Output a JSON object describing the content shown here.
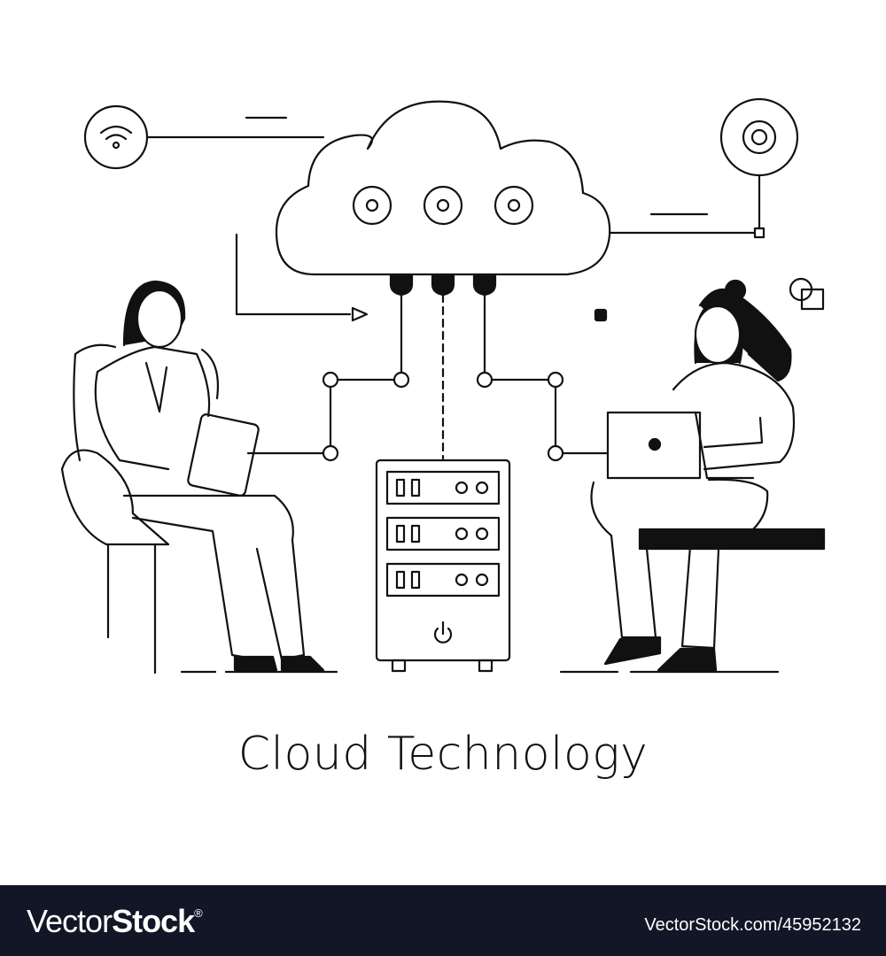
{
  "illustration": {
    "title": "Cloud Technology",
    "colors": {
      "stroke": "#111111",
      "background": "#ffffff",
      "footer_bg": "#131626",
      "footer_text": "#ffffff"
    },
    "elements": [
      "wifi-icon",
      "cloud",
      "gear-icon",
      "server-rack",
      "woman-with-tablet",
      "woman-with-laptop",
      "overlapping-shapes-icon"
    ]
  },
  "footer": {
    "logo_light": "Vector",
    "logo_bold": "Stock",
    "logo_mark": "®",
    "reference": "VectorStock.com/45952132"
  }
}
